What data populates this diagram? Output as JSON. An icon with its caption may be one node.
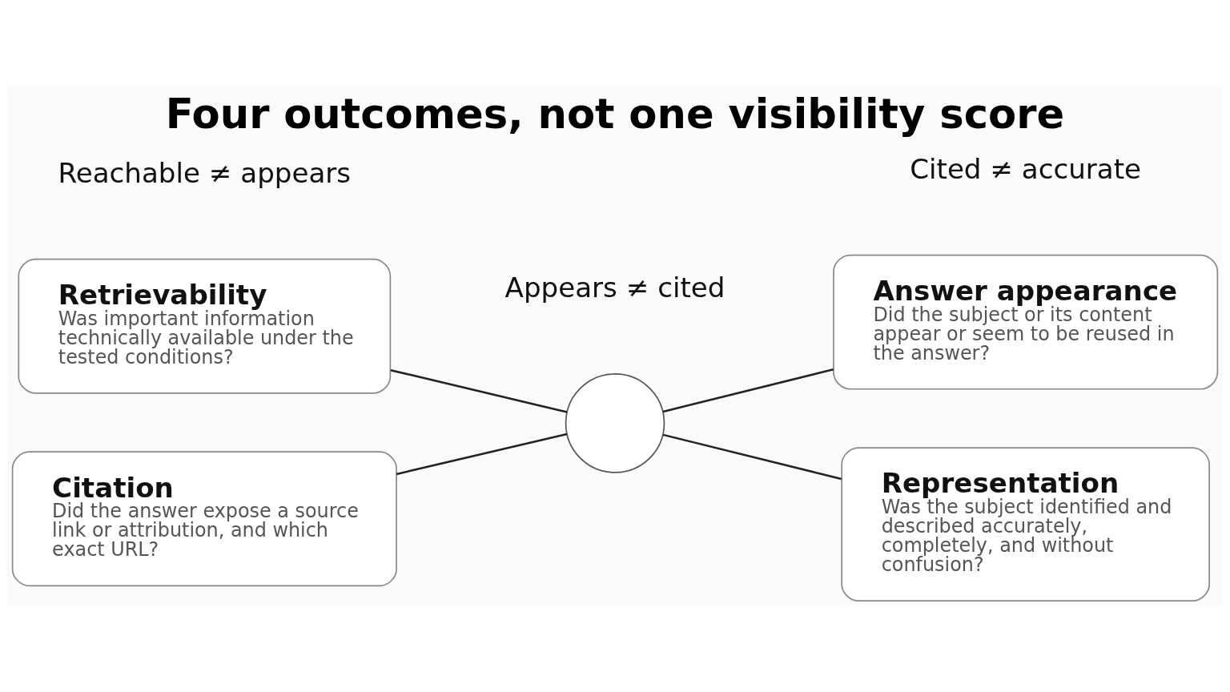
{
  "diagram": {
    "title": "Four outcomes, not one visibility score",
    "nodes": [
      {
        "text": [
          "Retrievability",
          "Was important information technically available under the tested conditions?"
        ]
      },
      {
        "text": [
          "Answer appearance",
          "Did the subject or its content appear or seem to be reused in the answer?"
        ]
      },
      {
        "text": [],
        "shape": "circle"
      },
      {
        "text": [
          "Citation",
          "Did the answer expose a source link or attribution, and which exact URL?"
        ]
      },
      {
        "text": [
          "Representation",
          "Was the subject identified and described accurately, completely, and without confusion?"
        ]
      }
    ],
    "edges": [
      {
        "from": 2,
        "to": 0,
        "arrow": "none"
      },
      {
        "from": 2,
        "to": 1,
        "arrow": "none"
      },
      {
        "from": 2,
        "to": 3,
        "arrow": "none"
      },
      {
        "from": 2,
        "to": 4,
        "arrow": "none"
      }
    ],
    "labels": [
      "Reachable ≠ appears",
      "Appears ≠ cited",
      "Cited ≠ accurate"
    ]
  }
}
